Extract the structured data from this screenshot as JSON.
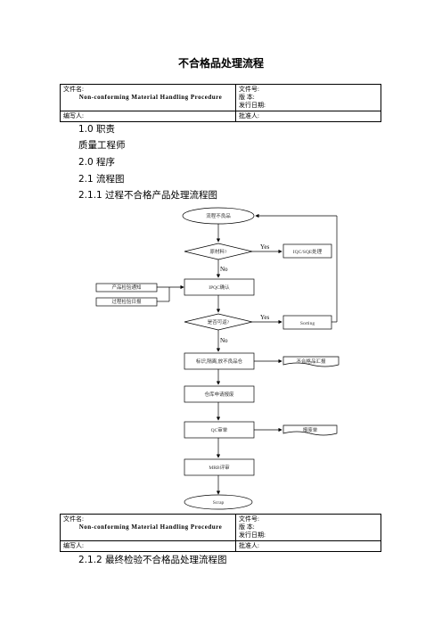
{
  "doc_title": "不合格品处理流程",
  "header": {
    "doc_name_label": "文件名:",
    "doc_name_en": "Non-conforming   Material   Handling   Procedure",
    "doc_no_label": "文件号:",
    "version_label": "版      本:",
    "issue_date_label": "发行日期:",
    "author_label": "编写人:",
    "approver_label": "批准人:"
  },
  "body": {
    "s1": "1.0 职责",
    "s1_text": "质量工程师",
    "s2": "2.0 程序",
    "s21": "2.1 流程图",
    "s211": "2.1.1 过程不合格产品处理流程图",
    "s212": "2.1.2 最终检验不合格品处理流程图"
  },
  "flow": {
    "start": "流程不良品",
    "decision1": "原材料?",
    "yes1": "Yes",
    "iqc_sqe": "IQC/SQE处理",
    "no1": "No",
    "ipqc": "IPQC确认",
    "side_note1": "产品检验通知",
    "side_note2": "过程检验日报",
    "decision2": "是否可返?",
    "yes2": "Yes",
    "sorting": "Sorting",
    "no2": "No",
    "mark": "标识,隔离,放不良品仓",
    "ncr_doc": "不合格品汇报",
    "warehouse": "仓库申请报废",
    "qc_review": "QC审单",
    "scrap_doc": "报废单",
    "mrb": "MRB评审",
    "scrap": "Scrap"
  }
}
